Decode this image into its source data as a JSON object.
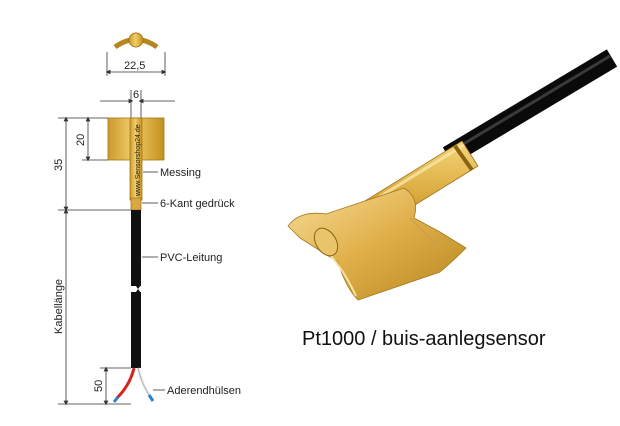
{
  "drawing": {
    "dim_top_width": "22,5",
    "dim_stem_width": "6",
    "dim_head_height": "20",
    "dim_sleeve_length": "35",
    "dim_cable_length": "Kabellänge",
    "dim_end_length": "50",
    "watermark": "www.Sensorshop24.de",
    "callout_brass": "Messing",
    "callout_hex": "6-Kant gedrück",
    "callout_cable": "PVC-Leitung",
    "callout_ferrules": "Aderendhülsen"
  },
  "photo": {
    "caption": "Pt1000 / buis-aanlegsensor"
  },
  "colors": {
    "brass": "#e7b744",
    "brass_dark": "#b98a22",
    "cable": "#111111",
    "wire_red": "#d6231f",
    "wire_white": "#f2f2f2",
    "ferrule_blue": "#2d7fd0"
  }
}
